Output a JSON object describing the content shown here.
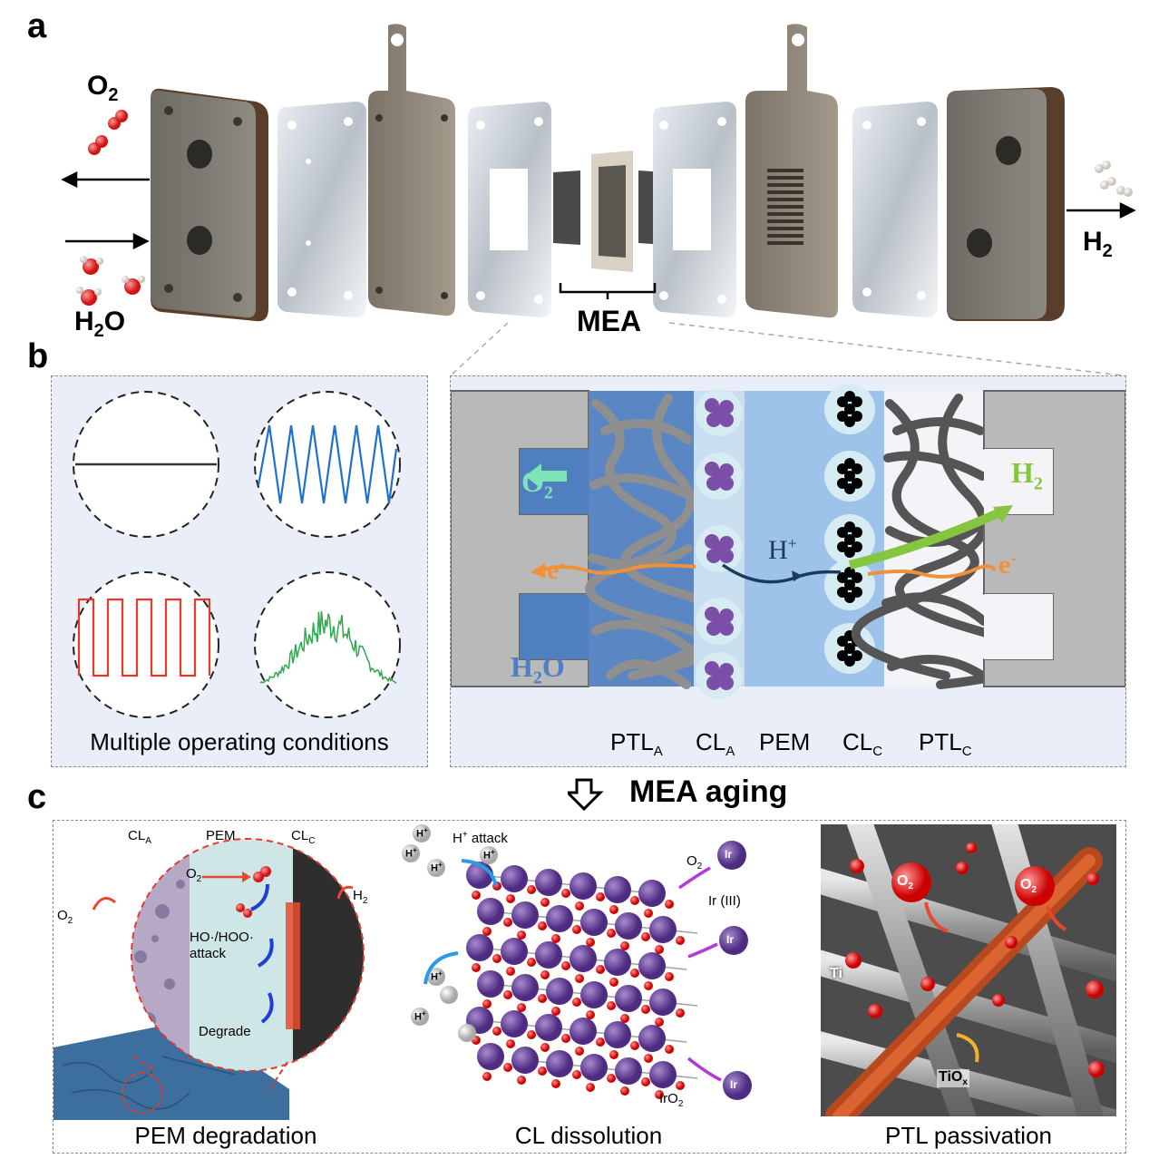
{
  "panel_a": {
    "letter": "a",
    "o2": "O",
    "o2_sub": "2",
    "h2o_a": "H",
    "h2o_sub": "2",
    "h2o_b": "O",
    "h2": "H",
    "h2_sub": "2",
    "mea": "MEA"
  },
  "panel_b": {
    "letter": "b",
    "left_caption": "Multiple operating conditions",
    "o2": "O",
    "o2_sub": "2",
    "h2": "H",
    "h2_sub": "2",
    "hplus": "H",
    "hplus_sup": "+",
    "e_left": "e",
    "e_right": "e",
    "e_sup": "-",
    "h2o_a": "H",
    "h2o_sub": "2",
    "h2o_b": "O",
    "layers": [
      {
        "main": "PTL",
        "sub": "A"
      },
      {
        "main": "CL",
        "sub": "A"
      },
      {
        "main": "PEM",
        "sub": ""
      },
      {
        "main": "CL",
        "sub": "C"
      },
      {
        "main": "PTL",
        "sub": "C"
      }
    ]
  },
  "aging_label": "MEA aging",
  "panel_c": {
    "letter": "c",
    "pem": {
      "cla": "CL",
      "cla_sub": "A",
      "pem": "PEM",
      "clc": "CL",
      "clc_sub": "C",
      "o2_in": "O",
      "o2_in_sub": "2",
      "o2_out": "O",
      "o2_out_sub": "2",
      "h2": "H",
      "h2_sub": "2",
      "attack1": "HO·/HOO·",
      "attack2": "attack",
      "degrade": "Degrade",
      "caption": "PEM degradation"
    },
    "cl": {
      "hattack": "H",
      "hattack_sup": "+",
      "hattack_rest": " attack",
      "o2": "O",
      "o2_sub": "2",
      "ir3": "Ir (III)",
      "iro2": "IrO",
      "iro2_sub": "2",
      "ir": "Ir",
      "hplus": "H",
      "hplus_sup": "+",
      "caption": "CL dissolution"
    },
    "ptl": {
      "o2": "O",
      "o2_sub": "2",
      "ti": "Ti",
      "tiox": "TiO",
      "tiox_sub": "x",
      "caption": "PTL passivation"
    }
  },
  "colors": {
    "anode_blue": "#4f7fbf",
    "pem_blue": "#9dc3ea",
    "ptl_gray": "#8f8f8f",
    "catalyst_purple": "#7b4fa8",
    "electron_orange": "#f0913a",
    "h2_green": "#86c540",
    "o2_mint": "#7fe3b8",
    "proton_navy": "#1b3b5c",
    "triangle_wave": "#1f6fd0",
    "square_wave": "#e23b2e",
    "noise_wave": "#2fa84f"
  }
}
